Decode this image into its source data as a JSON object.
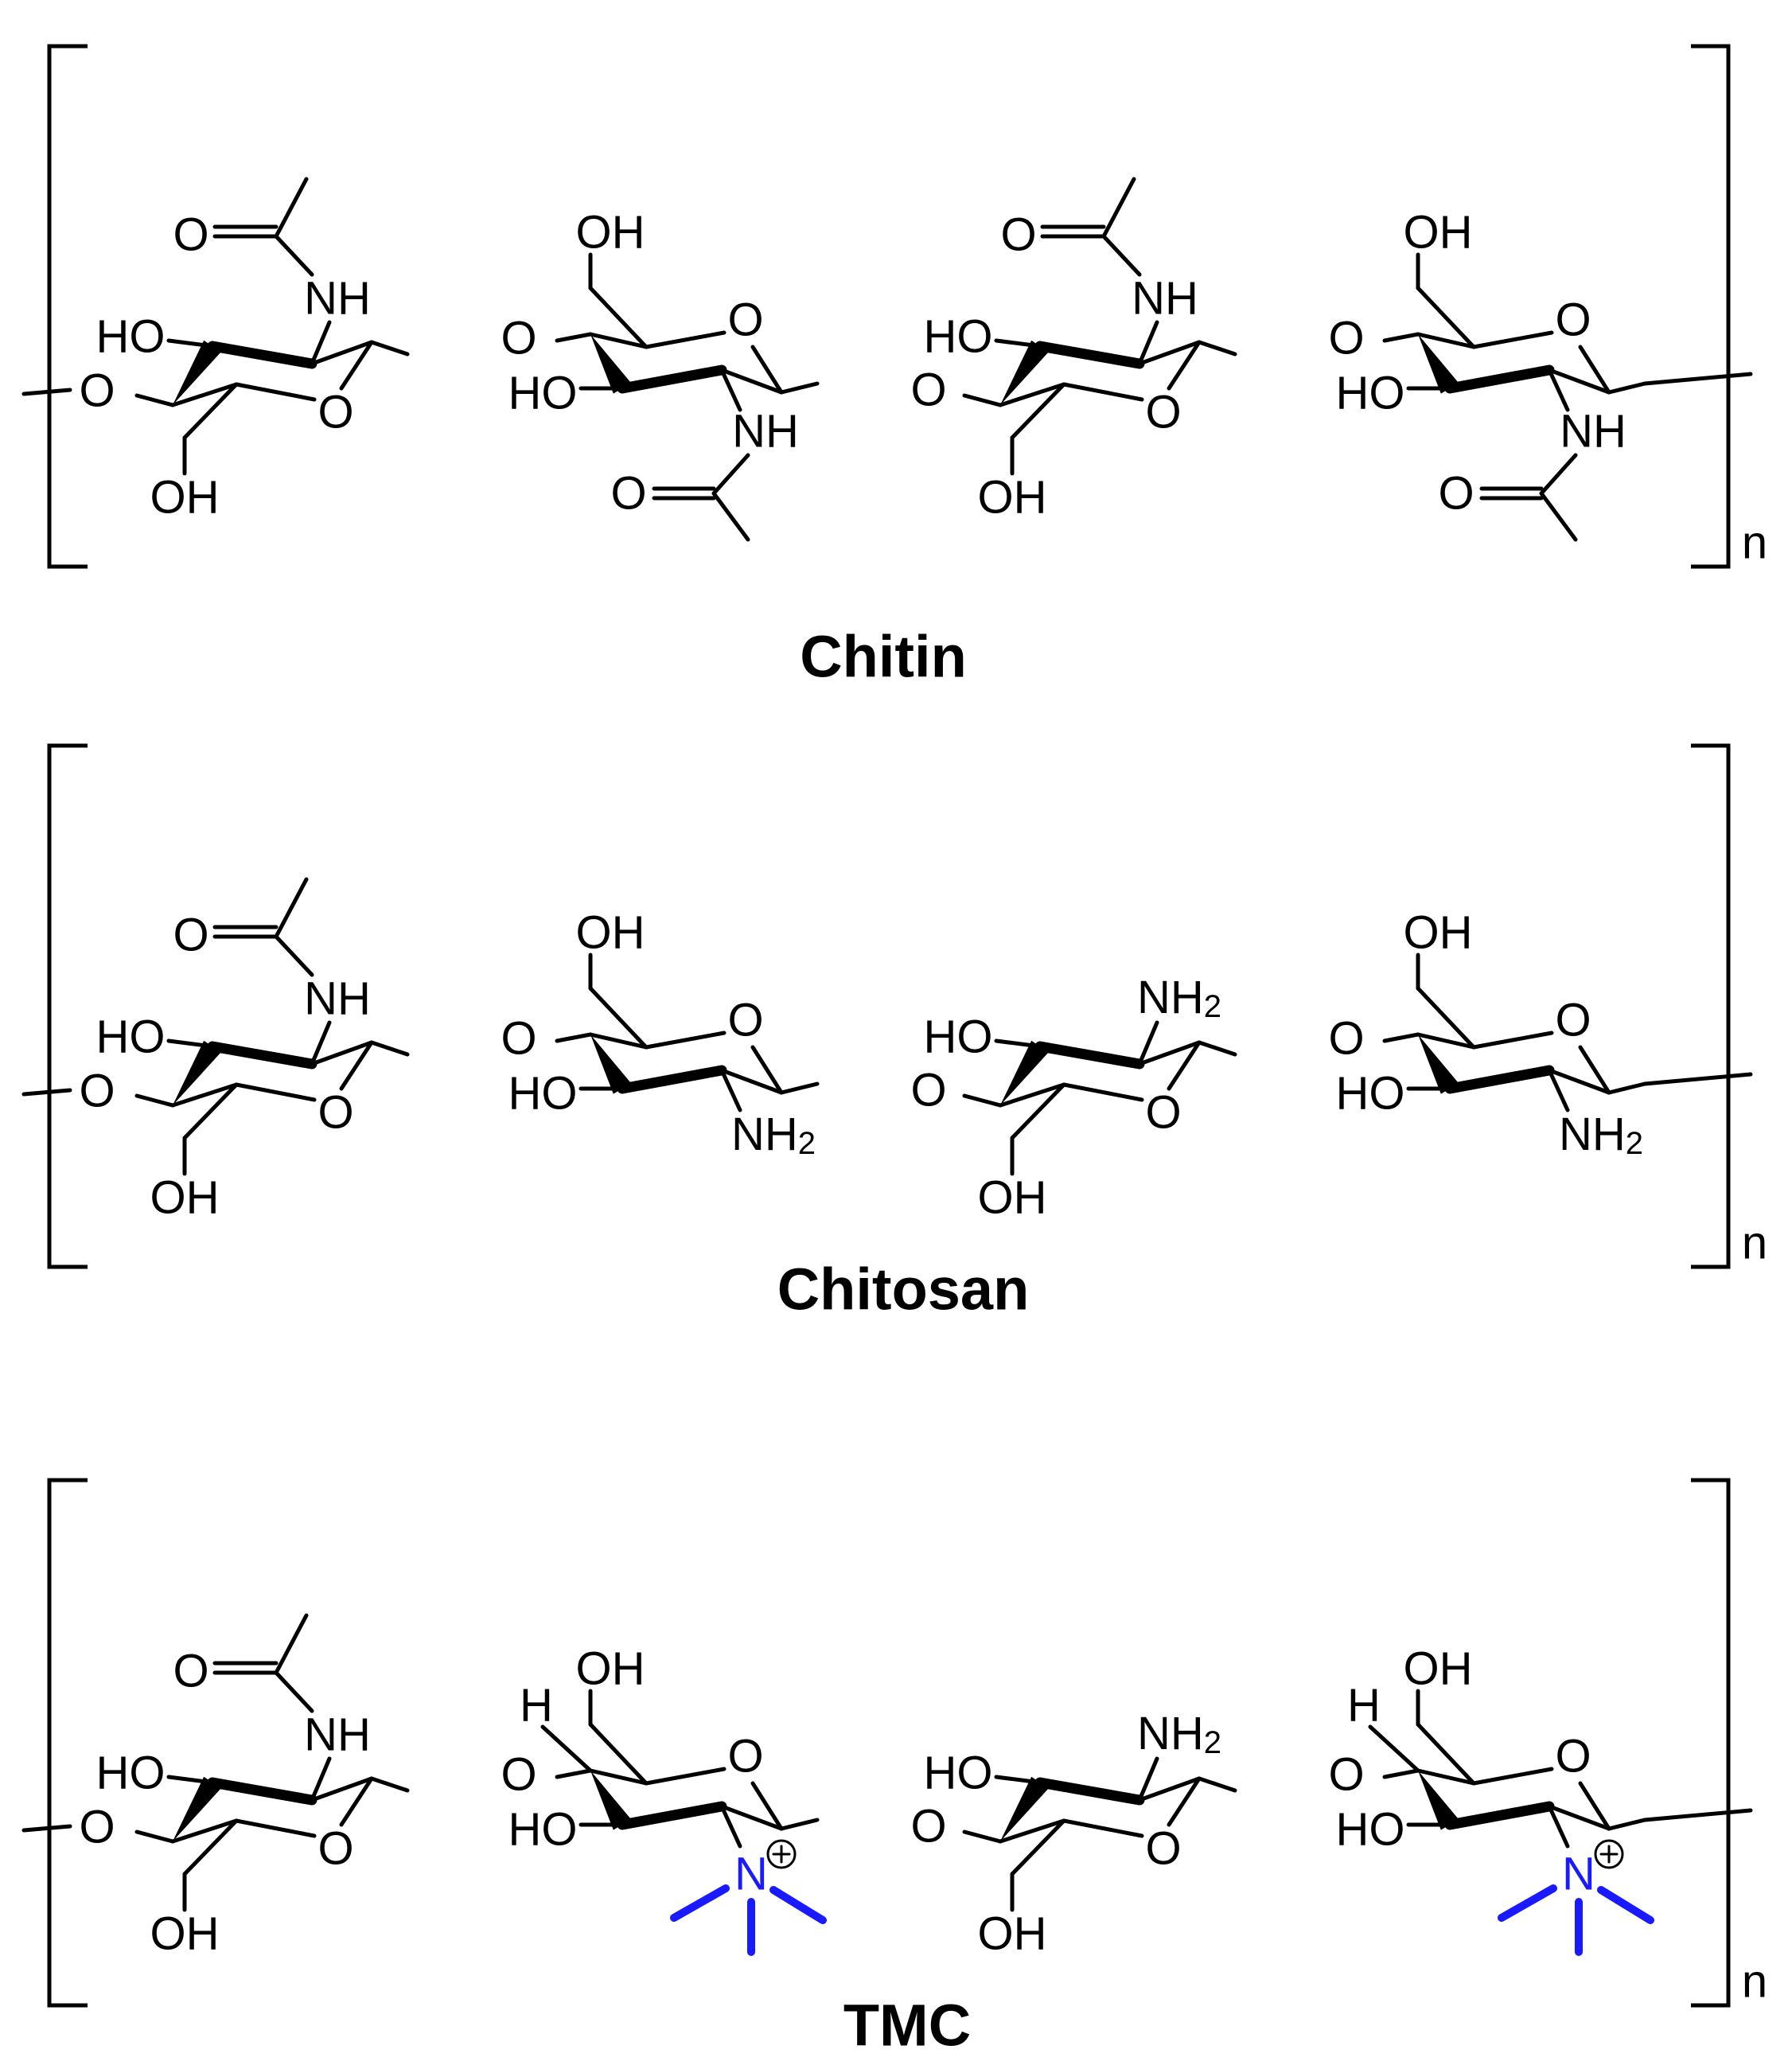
{
  "structures": [
    {
      "name": "Chitin",
      "repeat_label": "n",
      "units": [
        "glcnac",
        "glcnac",
        "glcnac",
        "glcnac"
      ]
    },
    {
      "name": "Chitosan",
      "repeat_label": "n",
      "units": [
        "glcnac",
        "glcn",
        "glcn",
        "glcn"
      ]
    },
    {
      "name": "TMC",
      "repeat_label": "n",
      "units": [
        "glcnac",
        "tmc",
        "glcn",
        "tmc"
      ]
    }
  ],
  "atom_labels": {
    "hydroxyl": "OH",
    "hydroxyl_left": "HO",
    "ring_oxygen": "O",
    "amide": "NH",
    "amine": "NH",
    "amine_subscript": "2",
    "quaternary_nitrogen": "N",
    "charge": "+",
    "hydrogen": "H"
  },
  "colors": {
    "bonds": "#000000",
    "quaternary_ammonium": "#1a1aff"
  }
}
